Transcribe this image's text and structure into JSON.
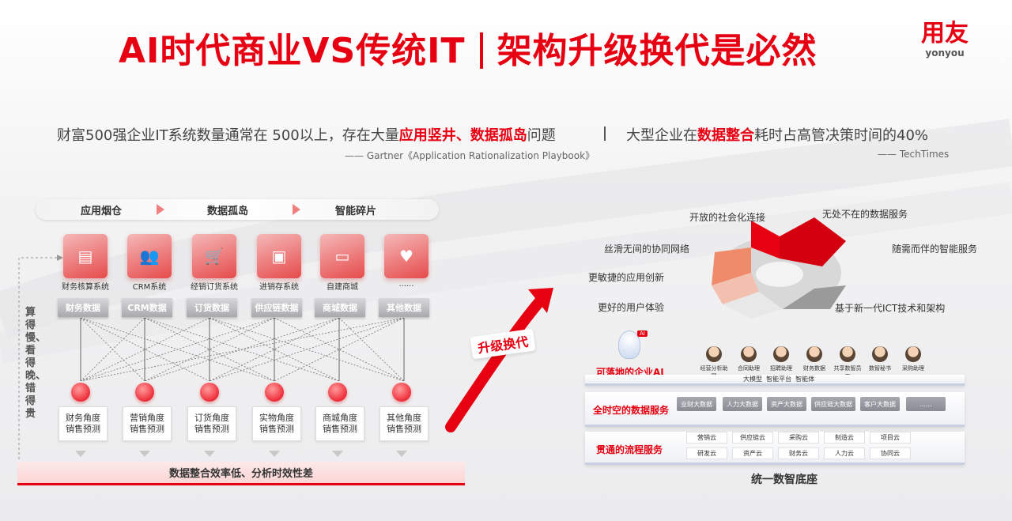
{
  "header": {
    "title_left": "AI时代商业VS传统IT",
    "title_right": "架构升级换代是必然",
    "logo_cn": "用友",
    "logo_en": "yonyou"
  },
  "quotes": {
    "left_pre": "财富500强企业IT系统数量通常在 500以上，存在大量",
    "left_highlight": "应用竖井、数据孤岛",
    "left_post": "问题",
    "left_source": "—— Gartner《Application Rationalization Playbook》",
    "right_pre": "大型企业在",
    "right_highlight": "数据整合",
    "right_post": "耗时占高管决策时间的40%",
    "right_source": "—— TechTimes"
  },
  "left_panel": {
    "flow": [
      "应用烟仓",
      "数据孤岛",
      "智能碎片"
    ],
    "systems": [
      "财务核算系统",
      "CRM系统",
      "经销订货系统",
      "进销存系统",
      "自建商城",
      "......"
    ],
    "data_boxes": [
      "财务数据",
      "CRM数据",
      "订货数据",
      "供应链数据",
      "商城数据",
      "其他数据"
    ],
    "results": [
      [
        "财务角度",
        "销售预测"
      ],
      [
        "营销角度",
        "销售预测"
      ],
      [
        "订货角度",
        "销售预测"
      ],
      [
        "实物角度",
        "销售预测"
      ],
      [
        "商城角度",
        "销售预测"
      ],
      [
        "其他角度",
        "销售预测"
      ]
    ],
    "side_text": "算得慢、看得晚、错得贵",
    "bottom_text": "数据整合效率低、分析时效性差"
  },
  "upgrade_label": "升级换代",
  "right_panel": {
    "ring_labels": {
      "l1": "开放的社会化连接",
      "l2": "丝滑无间的协同网络",
      "l3": "更敏捷的应用创新",
      "l4": "更好的用户体验",
      "r1": "无处不在的数据服务",
      "r2": "随需而伴的智能服务",
      "r3": "基于新一代ICT技术和架构"
    },
    "ai_layer": {
      "label": "可落地的企业AI",
      "robot_badge": "AI",
      "agents": [
        "经营分析助理",
        "合同助理",
        "招聘助理",
        "财务数据",
        "共享数智员工",
        "数智秘书",
        "采购助理"
      ],
      "bar": "大模型  智能平台  智能体"
    },
    "data_layer": {
      "label": "全时空的数据服务",
      "chips": [
        "业财大数据",
        "人力大数据",
        "资产大数据",
        "供应链大数据",
        "客户大数据",
        "......"
      ]
    },
    "process_layer": {
      "label": "贯通的流程服务",
      "row1": [
        "营销云",
        "供应链云",
        "采购云",
        "制造云",
        "项目云"
      ],
      "row2": [
        "研发云",
        "资产云",
        "财务云",
        "人力云",
        "协同云"
      ]
    },
    "footer": "统一数智底座"
  },
  "colors": {
    "brand_red": "#e60012"
  }
}
